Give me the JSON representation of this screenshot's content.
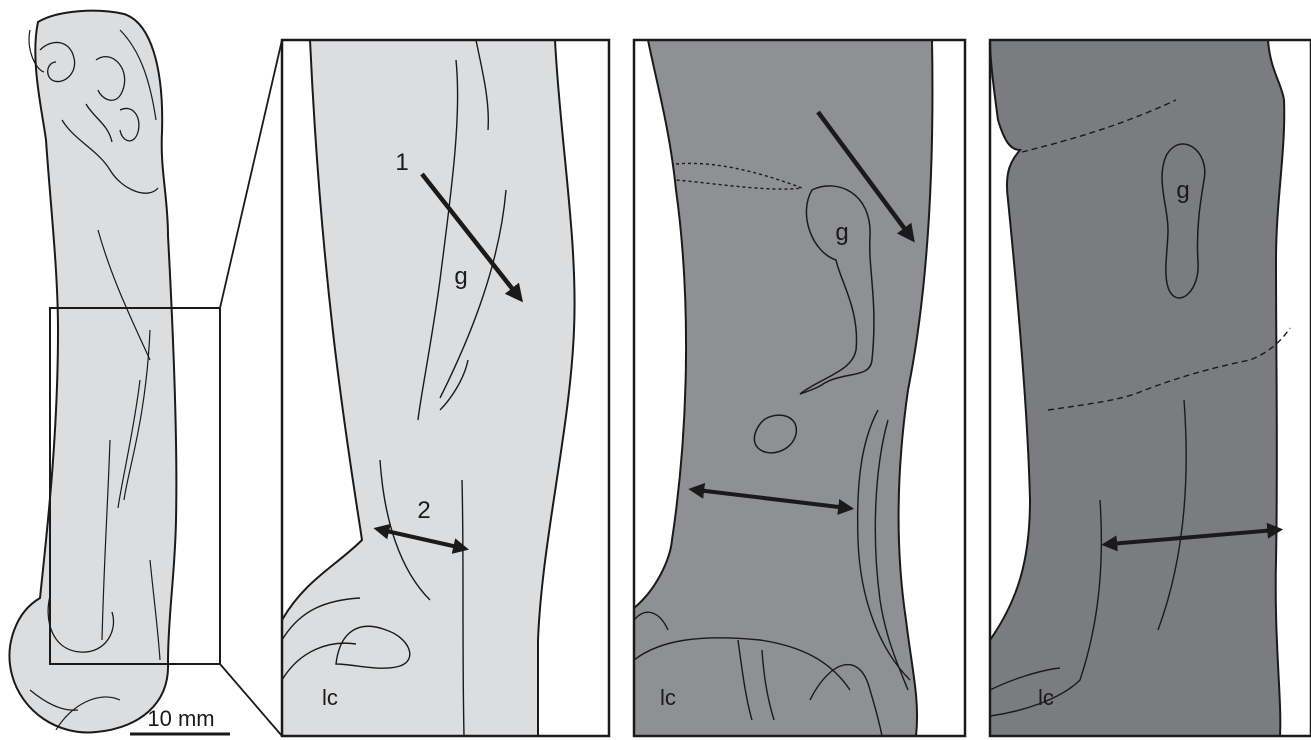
{
  "figure": {
    "scale_bar": "10 mm",
    "panel_a": {
      "arrow1_label": "1",
      "arrow2_label": "2",
      "groove_label": "g",
      "condyle_label": "lc"
    },
    "panel_b": {
      "groove_label": "g",
      "condyle_label": "lc"
    },
    "panel_c": {
      "groove_label": "g",
      "condyle_label": "lc"
    }
  },
  "colors": {
    "light_bone": "#dcdddf",
    "medium_bone": "#8f9093",
    "dark_bone": "#7b7c80",
    "outline": "#1a1a1a"
  }
}
